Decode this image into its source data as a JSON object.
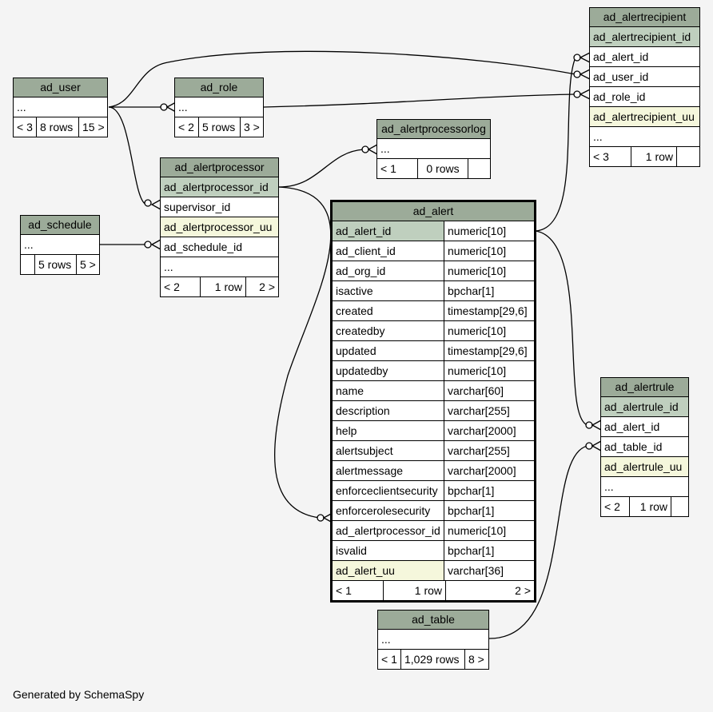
{
  "tables": {
    "ad_user": {
      "name": "ad_user",
      "rows": [
        "..."
      ],
      "footer": [
        "< 3",
        "8 rows",
        "15 >"
      ]
    },
    "ad_role": {
      "name": "ad_role",
      "rows": [
        "..."
      ],
      "footer": [
        "< 2",
        "5 rows",
        "3 >"
      ]
    },
    "ad_schedule": {
      "name": "ad_schedule",
      "rows": [
        "..."
      ],
      "footer": [
        "",
        "5 rows",
        "5 >"
      ]
    },
    "ad_alertprocessor": {
      "name": "ad_alertprocessor",
      "rows": [
        "ad_alertprocessor_id",
        "supervisor_id",
        "ad_alertprocessor_uu",
        "ad_schedule_id",
        "..."
      ],
      "footer": [
        "< 2",
        "1 row",
        "2 >"
      ]
    },
    "ad_alertprocessorlog": {
      "name": "ad_alertprocessorlog",
      "rows": [
        "..."
      ],
      "footer": [
        "< 1",
        "0 rows",
        ""
      ]
    },
    "ad_alertrecipient": {
      "name": "ad_alertrecipient",
      "rows": [
        "ad_alertrecipient_id",
        "ad_alert_id",
        "ad_user_id",
        "ad_role_id",
        "ad_alertrecipient_uu",
        "..."
      ],
      "footer": [
        "< 3",
        "1 row",
        ""
      ]
    },
    "ad_alertrule": {
      "name": "ad_alertrule",
      "rows": [
        "ad_alertrule_id",
        "ad_alert_id",
        "ad_table_id",
        "ad_alertrule_uu",
        "..."
      ],
      "footer": [
        "< 2",
        "1 row",
        ""
      ]
    },
    "ad_table": {
      "name": "ad_table",
      "rows": [
        "..."
      ],
      "footer": [
        "< 1",
        "1,029 rows",
        "8 >"
      ]
    },
    "ad_alert": {
      "name": "ad_alert",
      "columns": [
        [
          "ad_alert_id",
          "numeric[10]"
        ],
        [
          "ad_client_id",
          "numeric[10]"
        ],
        [
          "ad_org_id",
          "numeric[10]"
        ],
        [
          "isactive",
          "bpchar[1]"
        ],
        [
          "created",
          "timestamp[29,6]"
        ],
        [
          "createdby",
          "numeric[10]"
        ],
        [
          "updated",
          "timestamp[29,6]"
        ],
        [
          "updatedby",
          "numeric[10]"
        ],
        [
          "name",
          "varchar[60]"
        ],
        [
          "description",
          "varchar[255]"
        ],
        [
          "help",
          "varchar[2000]"
        ],
        [
          "alertsubject",
          "varchar[255]"
        ],
        [
          "alertmessage",
          "varchar[2000]"
        ],
        [
          "enforceclientsecurity",
          "bpchar[1]"
        ],
        [
          "enforcerolesecurity",
          "bpchar[1]"
        ],
        [
          "ad_alertprocessor_id",
          "numeric[10]"
        ],
        [
          "isvalid",
          "bpchar[1]"
        ],
        [
          "ad_alert_uu",
          "varchar[36]"
        ]
      ],
      "footer": [
        "< 1",
        "1 row",
        "2 >"
      ]
    }
  },
  "generated_by": "Generated by SchemaSpy"
}
